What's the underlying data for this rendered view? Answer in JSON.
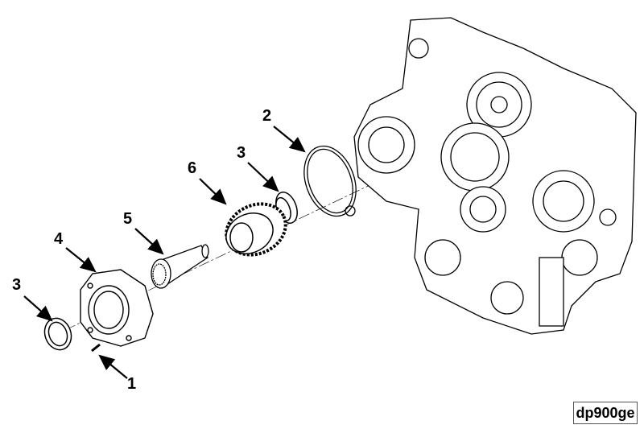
{
  "diagram": {
    "callouts": [
      "1",
      "2",
      "3",
      "3",
      "4",
      "5",
      "6"
    ],
    "figure_id": "dp900ge",
    "parts": [
      "bearing-seal",
      "housing",
      "shaft",
      "gear",
      "seal-ring",
      "gasket",
      "capscrew",
      "front-gear-cover"
    ]
  }
}
